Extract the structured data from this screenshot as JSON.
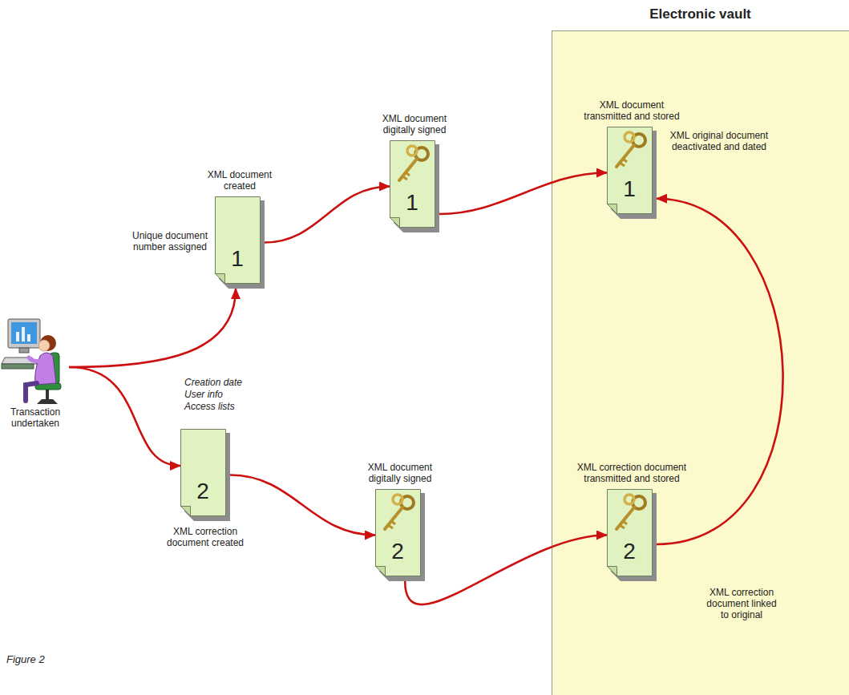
{
  "diagram": {
    "caption": "Figure 2",
    "nodes": [
      {
        "text": [
          "Electronic vault"
        ]
      },
      {
        "text": [
          "Transaction undertaken"
        ]
      },
      {
        "text": [
          "XML document created",
          "Unique document number assigned",
          "1"
        ]
      },
      {
        "text": [
          "XML document digitally signed",
          "1"
        ]
      },
      {
        "text": [
          "XML document transmitted and stored",
          "1",
          "XML original document deactivated and dated"
        ],
        "in": 0
      },
      {
        "text": [
          "2",
          "XML correction document created"
        ]
      },
      {
        "text": [
          "XML document digitally signed",
          "2"
        ]
      },
      {
        "text": [
          "XML correction document transmitted and stored",
          "2",
          "XML correction document linked to original"
        ],
        "in": 0
      }
    ],
    "edges": [
      {
        "from": 1,
        "to": 2,
        "arrow": "to"
      },
      {
        "from": 1,
        "to": 5,
        "arrow": "to"
      },
      {
        "from": 2,
        "to": 3,
        "arrow": "to"
      },
      {
        "from": 3,
        "to": 4,
        "arrow": "to"
      },
      {
        "from": 5,
        "to": 6,
        "arrow": "to"
      },
      {
        "from": 6,
        "to": 7,
        "arrow": "to"
      },
      {
        "from": 7,
        "to": 4,
        "arrow": "to"
      }
    ],
    "labels": [
      "Creation date User info Access lists"
    ]
  }
}
